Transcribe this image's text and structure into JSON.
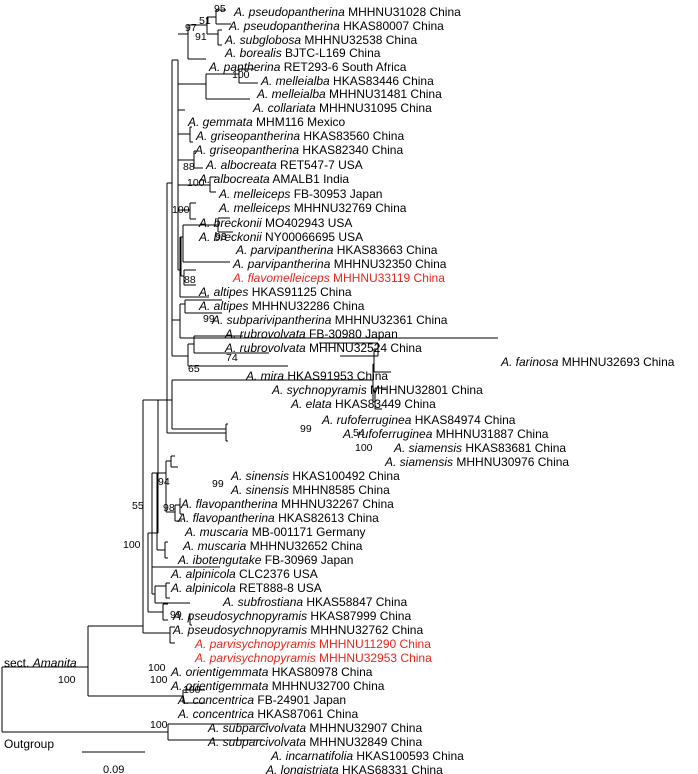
{
  "tips": [
    {
      "id": "t1",
      "genus": "A.",
      "species": "pseudopantherina",
      "voucher": "MHHNU31028",
      "country": "China"
    },
    {
      "id": "t2",
      "genus": "A.",
      "species": "pseudopantherina",
      "voucher": "HKAS80007",
      "country": "China"
    },
    {
      "id": "t3",
      "genus": "A.",
      "species": "subglobosa",
      "voucher": "MHHNU32538",
      "country": "China"
    },
    {
      "id": "t4",
      "genus": "A.",
      "species": "borealis",
      "voucher": "BJTC-L169",
      "country": "China"
    },
    {
      "id": "t5",
      "genus": "A.",
      "species": "pantherina",
      "voucher": "RET293-6",
      "country": "South Africa"
    },
    {
      "id": "t6",
      "genus": "A.",
      "species": "melleialba",
      "voucher": "HKAS83446",
      "country": "China"
    },
    {
      "id": "t7",
      "genus": "A.",
      "species": "melleialba",
      "voucher": "MHHNU31481",
      "country": "China"
    },
    {
      "id": "t8",
      "genus": "A.",
      "species": "collariata",
      "voucher": "MHHNU31095",
      "country": "China"
    },
    {
      "id": "t9",
      "genus": "A.",
      "species": "gemmata",
      "voucher": "MHM116",
      "country": "Mexico"
    },
    {
      "id": "t10",
      "genus": "A.",
      "species": "griseopantherina",
      "voucher": "HKAS83560",
      "country": "China"
    },
    {
      "id": "t11",
      "genus": "A.",
      "species": "griseopantherina",
      "voucher": "HKAS82340",
      "country": "China"
    },
    {
      "id": "t12",
      "genus": "A.",
      "species": "albocreata",
      "voucher": "RET547-7",
      "country": "USA"
    },
    {
      "id": "t13",
      "genus": "A.",
      "species": "albocreata",
      "voucher": "AMALB1",
      "country": "India"
    },
    {
      "id": "t14",
      "genus": "A.",
      "species": "melleiceps",
      "voucher": "FB-30953",
      "country": "Japan"
    },
    {
      "id": "t15",
      "genus": "A.",
      "species": "melleiceps",
      "voucher": "MHHNU32769",
      "country": "China"
    },
    {
      "id": "t16",
      "genus": "A.",
      "species": "breckonii",
      "voucher": "MO402943",
      "country": "USA"
    },
    {
      "id": "t17",
      "genus": "A.",
      "species": "breckonii",
      "voucher": "NY00066695",
      "country": "USA"
    },
    {
      "id": "t18",
      "genus": "A.",
      "species": "parvipantherina",
      "voucher": "HKAS83663",
      "country": "China"
    },
    {
      "id": "t19",
      "genus": "A.",
      "species": "parvipantherina",
      "voucher": "MHHNU32350",
      "country": "China"
    },
    {
      "id": "t20",
      "genus": "A.",
      "species": "flavomelleiceps",
      "voucher": "MHHNU33119",
      "country": "China",
      "highlight": true
    },
    {
      "id": "t21",
      "genus": "A.",
      "species": "altipes",
      "voucher": "HKAS91125",
      "country": "China"
    },
    {
      "id": "t22",
      "genus": "A.",
      "species": "altipes",
      "voucher": "MHHNU32286",
      "country": "China"
    },
    {
      "id": "t23",
      "genus": "A.",
      "species": "subparivipantherina",
      "voucher": "MHHNU32361",
      "country": "China"
    },
    {
      "id": "t24",
      "genus": "A.",
      "species": "rubrovolvata",
      "voucher": "FB-30980",
      "country": "Japan"
    },
    {
      "id": "t25",
      "genus": "A.",
      "species": "rubrovolvata",
      "voucher": "MHHNU32524",
      "country": "China"
    },
    {
      "id": "t26",
      "genus": "A.",
      "species": "farinosa",
      "voucher": "MHHNU32693",
      "country": "China"
    },
    {
      "id": "t27",
      "genus": "A.",
      "species": "mira",
      "voucher": "HKAS91953",
      "country": "China"
    },
    {
      "id": "t28",
      "genus": "A.",
      "species": "sychnopyramis",
      "voucher": "MHHNU32801",
      "country": "China"
    },
    {
      "id": "t29",
      "genus": "A.",
      "species": "elata",
      "voucher": "HKAS83449",
      "country": "China"
    },
    {
      "id": "t30",
      "genus": "A.",
      "species": "rufoferruginea",
      "voucher": "HKAS84974",
      "country": "China"
    },
    {
      "id": "t31",
      "genus": "A.",
      "species": "rufoferruginea",
      "voucher": "MHHNU31887",
      "country": "China"
    },
    {
      "id": "t32",
      "genus": "A.",
      "species": "siamensis",
      "voucher": "HKAS83681",
      "country": "China"
    },
    {
      "id": "t33",
      "genus": "A.",
      "species": "siamensis",
      "voucher": "MHHNU30976",
      "country": "China"
    },
    {
      "id": "t34",
      "genus": "A.",
      "species": "sinensis",
      "voucher": "HKAS100492",
      "country": "China"
    },
    {
      "id": "t35",
      "genus": "A.",
      "species": "sinensis",
      "voucher": "MHHN8585",
      "country": "China"
    },
    {
      "id": "t36",
      "genus": "A.",
      "species": "flavopantherina",
      "voucher": "MHHNU32267",
      "country": "China"
    },
    {
      "id": "t37",
      "genus": "A.",
      "species": "flavopantherina",
      "voucher": "HKAS82613",
      "country": "China"
    },
    {
      "id": "t38",
      "genus": "A.",
      "species": "muscaria",
      "voucher": "MB-001171",
      "country": "Germany"
    },
    {
      "id": "t39",
      "genus": "A.",
      "species": "muscaria",
      "voucher": "MHHNU32652",
      "country": "China"
    },
    {
      "id": "t40",
      "genus": "A.",
      "species": "ibotengutake",
      "voucher": "FB-30969",
      "country": "Japan"
    },
    {
      "id": "t41",
      "genus": "A.",
      "species": "alpinicola",
      "voucher": "CLC2376",
      "country": "USA"
    },
    {
      "id": "t42",
      "genus": "A.",
      "species": "alpinicola",
      "voucher": "RET888-8",
      "country": "USA"
    },
    {
      "id": "t43",
      "genus": "A.",
      "species": "subfrostiana",
      "voucher": "HKAS58847",
      "country": "China"
    },
    {
      "id": "t44",
      "genus": "A.",
      "species": "pseudosychnopyramis",
      "voucher": "HKAS87999",
      "country": "China"
    },
    {
      "id": "t45",
      "genus": "A.",
      "species": "pseudosychnopyramis",
      "voucher": "MHHNU32762",
      "country": "China"
    },
    {
      "id": "t46",
      "genus": "A.",
      "species": "parvisychnopyramis",
      "voucher": "MHHNU11290",
      "country": "China",
      "highlight": true
    },
    {
      "id": "t47",
      "genus": "A.",
      "species": "parvisychnopyramis",
      "voucher": "MHHNU32953",
      "country": "China",
      "highlight": true
    },
    {
      "id": "t48",
      "genus": "A.",
      "species": "orientigemmata",
      "voucher": "HKAS80978",
      "country": "China"
    },
    {
      "id": "t49",
      "genus": "A.",
      "species": "orientigemmata",
      "voucher": "MHHNU32700",
      "country": "China"
    },
    {
      "id": "t50",
      "genus": "A.",
      "species": "concentrica",
      "voucher": "FB-24901",
      "country": "Japan"
    },
    {
      "id": "t51",
      "genus": "A.",
      "species": "concentrica",
      "voucher": "HKAS87061",
      "country": "China"
    },
    {
      "id": "t52",
      "genus": "A.",
      "species": "subparcivolvata",
      "voucher": "MHHNU32907",
      "country": "China"
    },
    {
      "id": "t53",
      "genus": "A.",
      "species": "subparcivolvata",
      "voucher": "MHHNU32849",
      "country": "China"
    },
    {
      "id": "t54",
      "genus": "A.",
      "species": "incarnatifolia",
      "voucher": "HKAS100593",
      "country": "China"
    },
    {
      "id": "t55",
      "genus": "A.",
      "species": "longistriata",
      "voucher": "HKAS68331",
      "country": "China"
    }
  ],
  "supports": [
    {
      "id": "s95",
      "value": "95"
    },
    {
      "id": "s51",
      "value": "51"
    },
    {
      "id": "s97",
      "value": "97"
    },
    {
      "id": "s91",
      "value": "91"
    },
    {
      "id": "s100a",
      "value": "100"
    },
    {
      "id": "s88a",
      "value": "88"
    },
    {
      "id": "s100b",
      "value": "100"
    },
    {
      "id": "s100c",
      "value": "100"
    },
    {
      "id": "s93",
      "value": "93"
    },
    {
      "id": "s88b",
      "value": "88"
    },
    {
      "id": "s99a",
      "value": "99"
    },
    {
      "id": "s74",
      "value": "74"
    },
    {
      "id": "s65",
      "value": "65"
    },
    {
      "id": "s99b",
      "value": "99"
    },
    {
      "id": "s54",
      "value": "54"
    },
    {
      "id": "s100d",
      "value": "100"
    },
    {
      "id": "s99c",
      "value": "99"
    },
    {
      "id": "s94",
      "value": "94"
    },
    {
      "id": "s55",
      "value": "55"
    },
    {
      "id": "s98",
      "value": "98"
    },
    {
      "id": "s100e",
      "value": "100"
    },
    {
      "id": "s99d",
      "value": "99"
    },
    {
      "id": "s100f",
      "value": "100"
    },
    {
      "id": "s100g",
      "value": "100"
    },
    {
      "id": "s100h",
      "value": "100"
    },
    {
      "id": "s100i",
      "value": "100"
    },
    {
      "id": "s100j",
      "value": "100"
    }
  ],
  "labels": {
    "sect_prefix": "sect. ",
    "sect_name": "Amanita",
    "outgroup": "Outgroup"
  },
  "scale_bar": {
    "value": "0.09"
  },
  "colors": {
    "highlight": "#e8271d",
    "line": "#000000"
  }
}
